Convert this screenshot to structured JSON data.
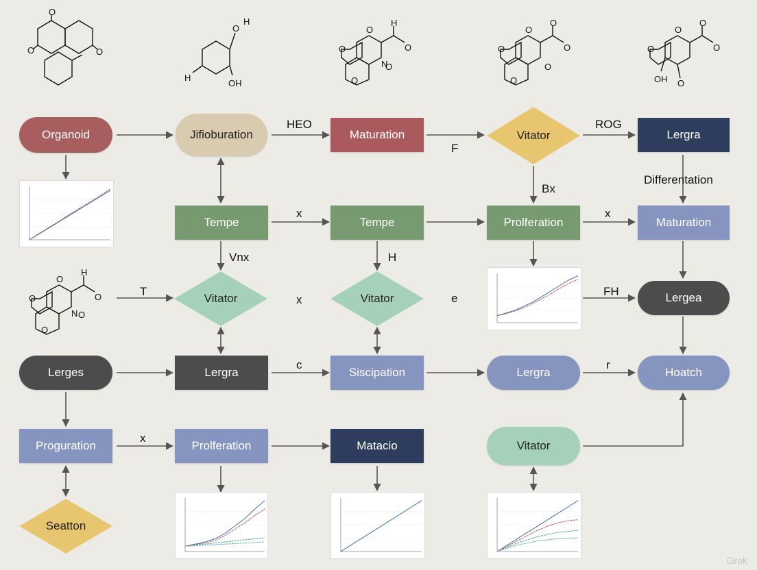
{
  "colors": {
    "red": "#a85d5f",
    "tan": "#d8cbb0",
    "darkred": "#aa5a5c",
    "yellow": "#e8c670",
    "navy": "#2e3d5d",
    "green": "#779a70",
    "periwinkle": "#8794bf",
    "mint": "#a6d1b9",
    "charcoal": "#4b4c4b",
    "lavender": "#8694c0",
    "arrow": "#555555"
  },
  "nodes": {
    "organoid": "Organoid",
    "jifioburation": "Jifioburation",
    "maturation_top": "Maturation",
    "vitator_top": "Vitator",
    "lergra_top": "Lergra",
    "tempe_1": "Tempe",
    "tempe_2": "Tempe",
    "prolferation_mid": "Prolferation",
    "maturation_mid": "Maturation",
    "vitator_mid1": "Vitator",
    "vitator_mid2": "Vitator",
    "lergea": "Lergea",
    "lerges": "Lerges",
    "lergra_mid": "Lergra",
    "siscipation": "Siscipation",
    "lergra_oval": "Lergra",
    "hoatch": "Hoatch",
    "proguration": "Proguration",
    "prolferation_low": "Prolferation",
    "matacio": "Matacio",
    "vitator_low": "Vitator",
    "seatton": "Seatton"
  },
  "edge_labels": {
    "heo": "HEO",
    "f": "F",
    "rog": "ROG",
    "differentation": "Differentation",
    "bx": "Bx",
    "x1": "x",
    "x2": "x",
    "vnx": "Vnx",
    "h": "H",
    "t": "T",
    "x3": "x",
    "e": "e",
    "fh": "FH",
    "c": "c",
    "r": "r",
    "x4": "x"
  },
  "molecule_labels": {
    "m1": [
      "O",
      "O",
      "O"
    ],
    "m2": [
      "H",
      "O",
      "H",
      "OH"
    ],
    "m3": [
      "O",
      "H",
      "O",
      "N",
      "O",
      "O",
      "O"
    ],
    "m4": [
      "O",
      "O",
      "O",
      "O",
      "O",
      "O"
    ],
    "m5": [
      "O",
      "O",
      "O",
      "O",
      "OH",
      "O"
    ],
    "m6": [
      "O",
      "H",
      "O",
      "O",
      "N",
      "O",
      "O"
    ]
  },
  "chart_data": [
    {
      "type": "line",
      "series": [
        {
          "values": [
            0,
            10,
            20,
            30,
            40,
            50,
            60,
            70,
            80,
            90,
            100
          ]
        },
        {
          "values": [
            0,
            11,
            21,
            31,
            41,
            52,
            62,
            72,
            82,
            92,
            103
          ]
        }
      ]
    },
    {
      "type": "line",
      "series": [
        {
          "values": [
            10,
            14,
            18,
            24,
            30,
            38,
            46,
            54,
            62,
            68
          ]
        },
        {
          "values": [
            10,
            13,
            17,
            22,
            28,
            35,
            42,
            50,
            57,
            63
          ]
        }
      ]
    },
    {
      "type": "line",
      "series": [
        {
          "values": [
            10,
            14,
            18,
            24,
            34,
            48,
            62,
            80,
            96
          ]
        },
        {
          "values": [
            10,
            13,
            16,
            21,
            30,
            42,
            54,
            68,
            80
          ]
        },
        {
          "values": [
            10,
            12,
            14,
            16,
            18,
            20,
            22,
            24,
            26
          ]
        },
        {
          "values": [
            10,
            11,
            12,
            13,
            14,
            15,
            16,
            17,
            18
          ]
        }
      ]
    },
    {
      "type": "line",
      "series": [
        {
          "values": [
            0,
            10,
            20,
            30,
            40,
            50,
            60,
            70,
            80,
            90,
            100
          ]
        }
      ]
    },
    {
      "type": "line",
      "series": [
        {
          "values": [
            0,
            12,
            24,
            36,
            48,
            60,
            72,
            84,
            96
          ]
        },
        {
          "values": [
            0,
            10,
            20,
            30,
            40,
            48,
            54,
            58,
            60
          ]
        },
        {
          "values": [
            0,
            8,
            16,
            22,
            28,
            32,
            36,
            38,
            40
          ]
        },
        {
          "values": [
            0,
            6,
            12,
            16,
            20,
            22,
            24,
            25,
            26
          ]
        }
      ]
    }
  ],
  "watermark": "Grok"
}
